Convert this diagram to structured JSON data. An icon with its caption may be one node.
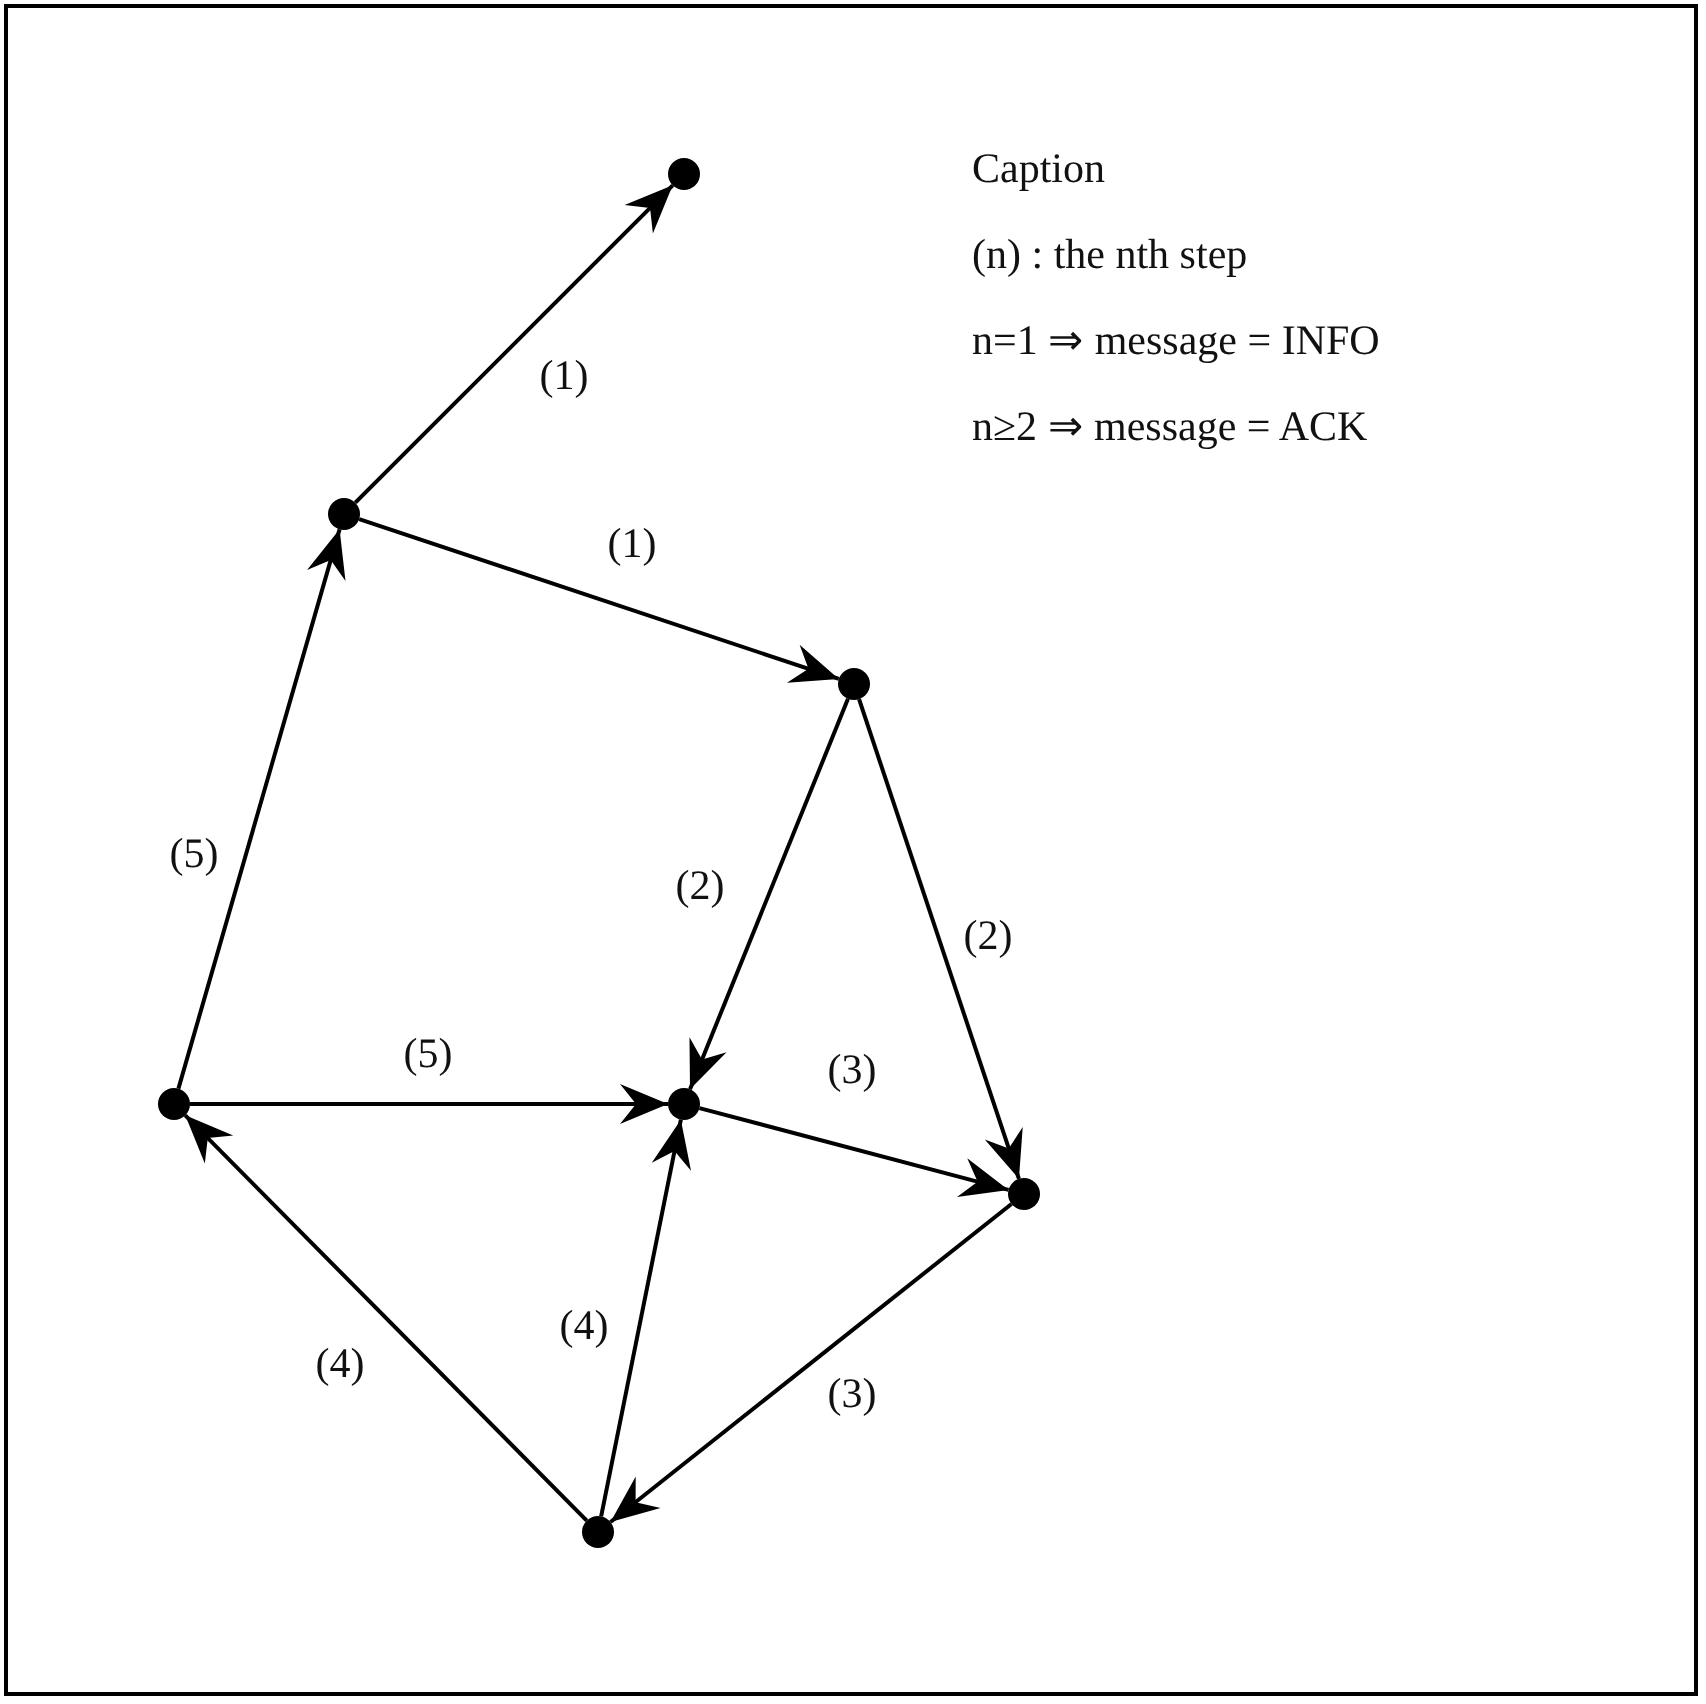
{
  "diagram": {
    "nodes": [
      {
        "text": [],
        "shape": "circle"
      },
      {
        "text": [],
        "shape": "circle"
      },
      {
        "text": [],
        "shape": "circle"
      },
      {
        "text": [],
        "shape": "circle"
      },
      {
        "text": [],
        "shape": "circle"
      },
      {
        "text": [],
        "shape": "circle"
      },
      {
        "text": [],
        "shape": "circle"
      }
    ],
    "edges": [
      {
        "from": 1,
        "to": 0,
        "arrow": "to",
        "label": "(1)"
      },
      {
        "from": 1,
        "to": 2,
        "arrow": "to",
        "label": "(1)"
      },
      {
        "from": 2,
        "to": 4,
        "arrow": "to",
        "label": "(2)"
      },
      {
        "from": 2,
        "to": 5,
        "arrow": "to",
        "label": "(2)"
      },
      {
        "from": 4,
        "to": 5,
        "arrow": "to",
        "label": "(3)"
      },
      {
        "from": 5,
        "to": 6,
        "arrow": "to",
        "label": "(3)"
      },
      {
        "from": 6,
        "to": 3,
        "arrow": "to",
        "label": "(4)"
      },
      {
        "from": 6,
        "to": 4,
        "arrow": "to",
        "label": "(4)"
      },
      {
        "from": 3,
        "to": 4,
        "arrow": "to",
        "label": "(5)"
      },
      {
        "from": 3,
        "to": 1,
        "arrow": "to",
        "label": "(5)"
      }
    ],
    "labels": [
      "Caption",
      "(n) : the nth step",
      "n=1 ⇒ message = INFO",
      "n≥2 ⇒ message = ACK"
    ]
  }
}
